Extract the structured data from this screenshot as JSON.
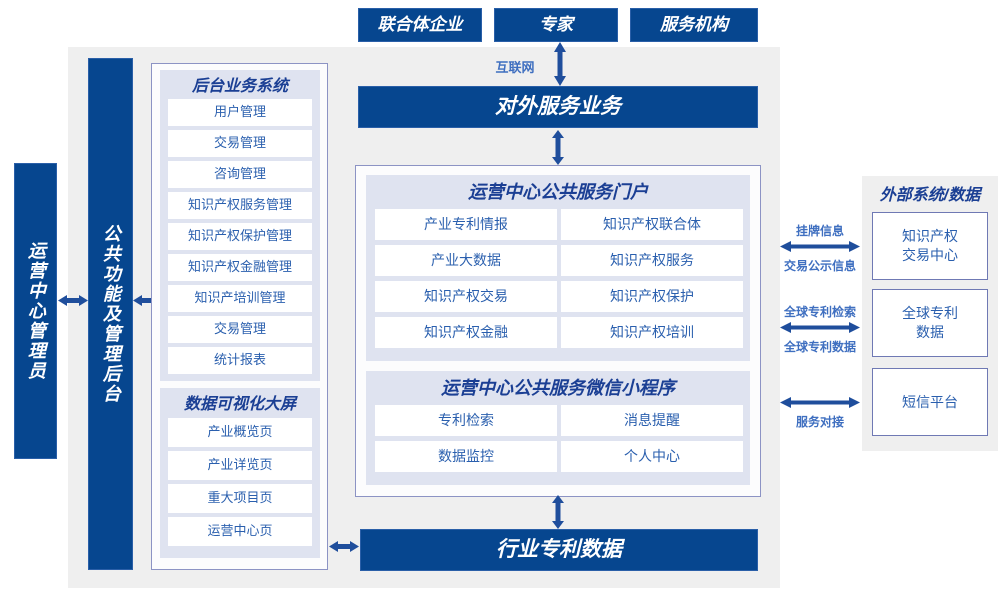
{
  "diagram": {
    "title_hidden": "",
    "colors": {
      "primary_blue": "#06468f",
      "panel_gray": "#efefef",
      "group_lavender": "#dfe3f0",
      "item_text_blue": "#2a5fae",
      "title_blue": "#1b3f94",
      "arrow_blue": "#1f4e9c",
      "border_violet": "#8c93c4"
    },
    "top_actors": [
      {
        "label": "联合体企业"
      },
      {
        "label": "专家"
      },
      {
        "label": "服务机构"
      }
    ],
    "internet_label": "互联网",
    "external_service_bar": "对外服务业务",
    "bottom_bar": "行业专利数据",
    "left_bars": [
      {
        "label": "运营中心管理员"
      },
      {
        "label": "公共功能及管理后台"
      }
    ],
    "backend_group": {
      "title": "后台业务系统",
      "items": [
        "用户管理",
        "交易管理",
        "咨询管理",
        "知识产权服务管理",
        "知识产权保护管理",
        "知识产权金融管理",
        "知识产培训管理",
        "交易管理",
        "统计报表"
      ]
    },
    "visualization_group": {
      "title": "数据可视化大屏",
      "items": [
        "产业概览页",
        "产业详览页",
        "重大项目页",
        "运营中心页"
      ]
    },
    "portal_group": {
      "title": "运营中心公共服务门户",
      "items": [
        "产业专利情报",
        "知识产权联合体",
        "产业大数据",
        "知识产权服务",
        "知识产权交易",
        "知识产权保护",
        "知识产权金融",
        "知识产权培训"
      ]
    },
    "miniprogram_group": {
      "title": "运营中心公共服务微信小程序",
      "items": [
        "专利检索",
        "消息提醒",
        "数据监控",
        "个人中心"
      ]
    },
    "external_panel": {
      "title": "外部系统/数据",
      "boxes": [
        {
          "label": "知识产权\n交易中心"
        },
        {
          "label": "全球专利\n数据"
        },
        {
          "label": "短信平台"
        }
      ],
      "connections": [
        {
          "above": "挂牌信息",
          "below": "交易公示信息"
        },
        {
          "above": "全球专利检索",
          "below": "全球专利数据"
        },
        {
          "above": "",
          "below": "服务对接"
        }
      ]
    }
  }
}
